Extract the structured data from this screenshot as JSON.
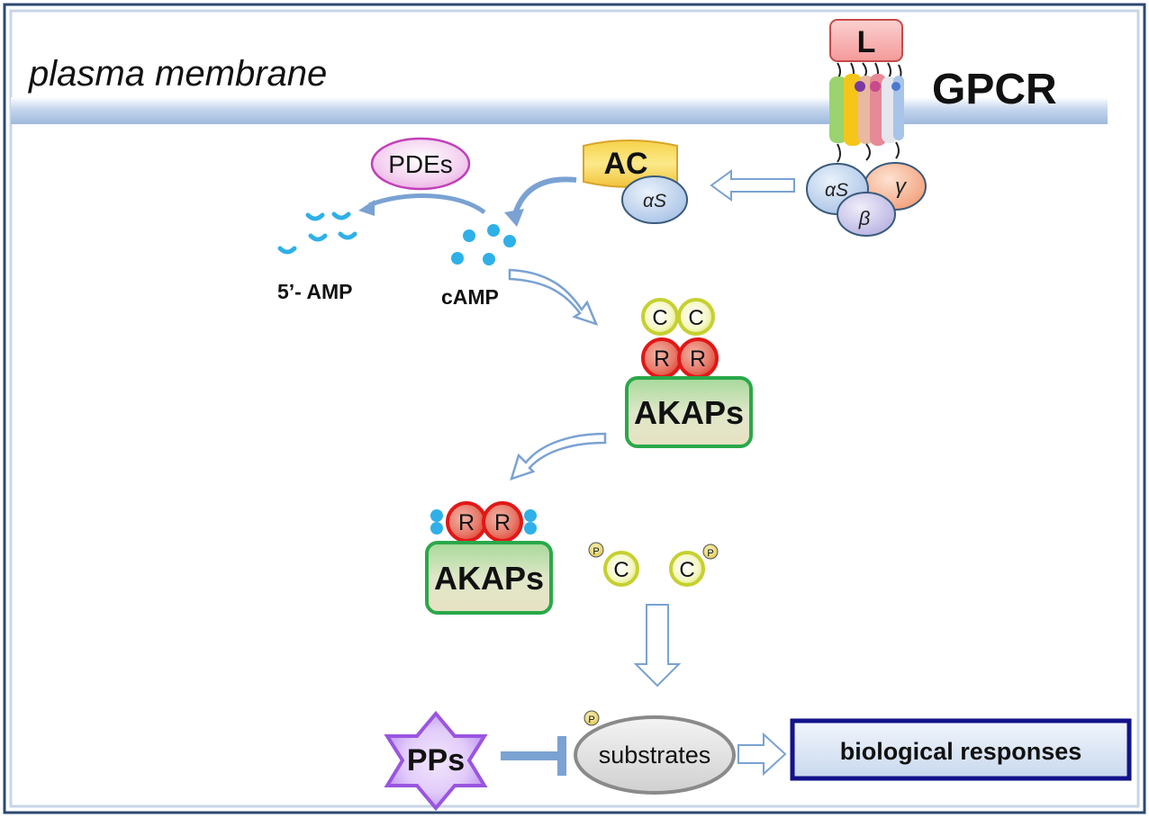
{
  "labels": {
    "plasma_membrane": "plasma membrane",
    "gpcr": "GPCR",
    "ligand": "L",
    "ac": "AC",
    "alpha_s": "αS",
    "beta": "β",
    "gamma": "γ",
    "pdes": "PDEs",
    "amp5": "5’- AMP",
    "camp": "cAMP",
    "c": "C",
    "r": "R",
    "akaps": "AKAPs",
    "p": "P",
    "pps": "PPs",
    "substrates": "substrates",
    "biological_responses": "biological responses"
  },
  "colors": {
    "frame": "#2c4870",
    "membrane": "#b8cce6",
    "arrow": "#7aa2d2",
    "camp_dot": "#2fb0e8",
    "akap_border": "#2aa84a",
    "r_fill": "#e83030",
    "c_fill": "#e6ee6a",
    "pps_fill": "#9a55e0",
    "responses_border": "#12128a"
  }
}
